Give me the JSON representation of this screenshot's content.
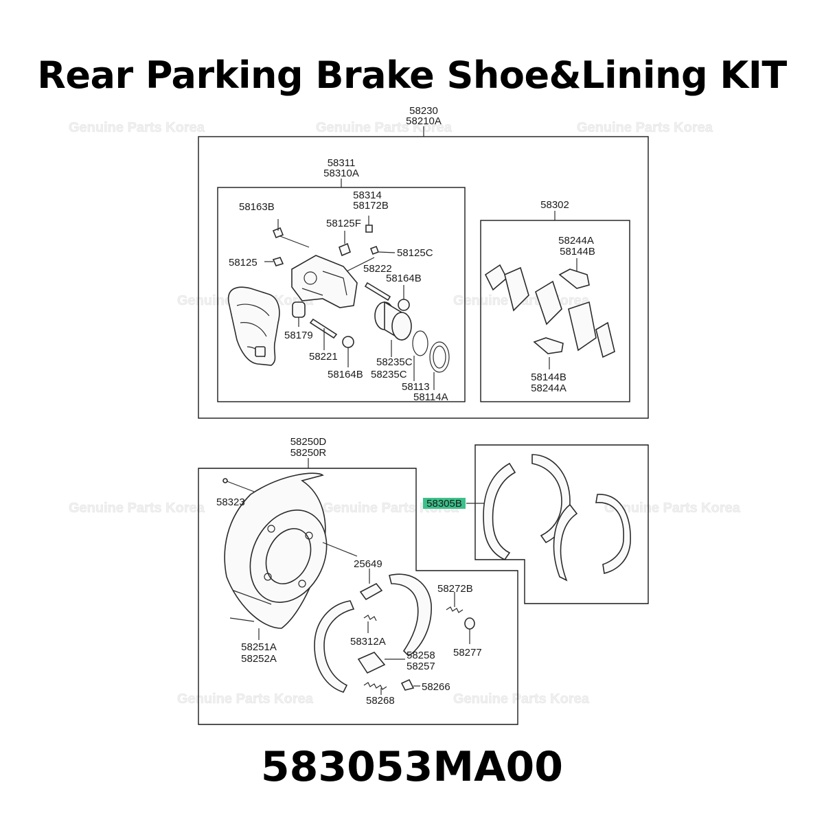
{
  "header": {
    "title": "Rear Parking Brake Shoe&Lining KIT"
  },
  "footer": {
    "part_number": "583053MA00"
  },
  "watermark": {
    "text": "Genuine Parts Korea"
  },
  "highlight": {
    "color": "#3cc08a",
    "part": "58305B"
  },
  "labels": {
    "caliper_assy_1": "58230",
    "caliper_assy_2": "58210A",
    "carrier_1": "58311",
    "carrier_2": "58310A",
    "l58314": "58314",
    "l58172B": "58172B",
    "l58163B": "58163B",
    "l58125F": "58125F",
    "l58125C": "58125C",
    "l58125": "58125",
    "l58222": "58222",
    "l58164B_a": "58164B",
    "l58179": "58179",
    "l58221": "58221",
    "l58164B_b": "58164B",
    "l58235C_a": "58235C",
    "l58235C_b": "58235C",
    "l58113": "58113",
    "l58114A": "58114A",
    "pads": "58302",
    "l58244A_a": "58244A",
    "l58144B_a": "58144B",
    "l58144B_b": "58144B",
    "l58244A_b": "58244A",
    "backplate_1": "58250D",
    "backplate_2": "58250R",
    "l58323": "58323",
    "l25649": "25649",
    "l58272B": "58272B",
    "l58312A": "58312A",
    "l58258": "58258",
    "l58257": "58257",
    "l58277": "58277",
    "l58251A": "58251A",
    "l58252A": "58252A",
    "l58266": "58266",
    "l58268": "58268",
    "l58305B": "58305B"
  }
}
